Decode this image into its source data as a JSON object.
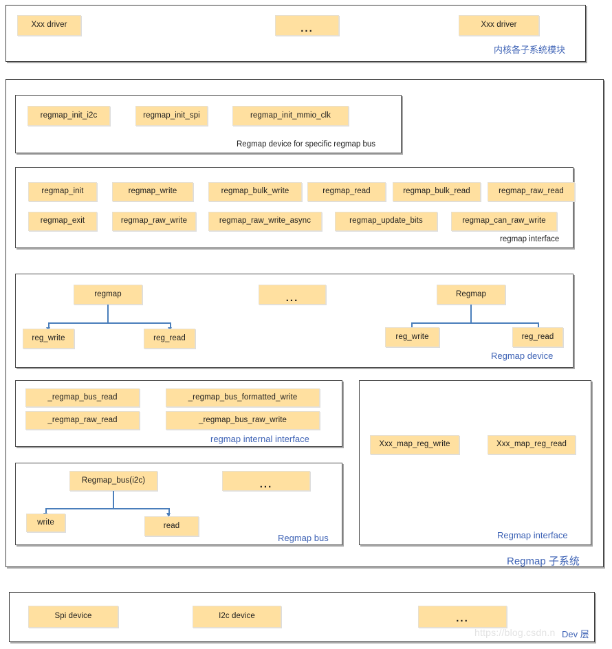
{
  "diagram": {
    "title_watermark": "https://blog.csdn.n",
    "accent_color": "#3d62b5",
    "node_color": "#ffe0a0",
    "connector_color": "#4a7ebb"
  },
  "layers": {
    "kernel": {
      "caption": "内核各子系统模块",
      "nodes": [
        {
          "label": "Xxx driver"
        },
        {
          "label": "..."
        },
        {
          "label": "Xxx driver"
        }
      ]
    },
    "regmap_subsystem": {
      "caption": "Regmap 子系统",
      "bus_specific": {
        "caption": "Regmap device for specific regmap bus",
        "nodes": [
          {
            "label": "regmap_init_i2c"
          },
          {
            "label": "regmap_init_spi"
          },
          {
            "label": "regmap_init_mmio_clk"
          }
        ]
      },
      "regmap_interface": {
        "caption": "regmap interface",
        "row1": [
          {
            "label": "regmap_init"
          },
          {
            "label": "regmap_write"
          },
          {
            "label": "regmap_bulk_write"
          },
          {
            "label": "regmap_read"
          },
          {
            "label": "regmap_bulk_read"
          },
          {
            "label": "regmap_raw_read"
          }
        ],
        "row2": [
          {
            "label": "regmap_exit"
          },
          {
            "label": "regmap_raw_write"
          },
          {
            "label": "regmap_raw_write_async"
          },
          {
            "label": "regmap_update_bits"
          },
          {
            "label": "regmap_can_raw_write"
          }
        ]
      },
      "regmap_device": {
        "caption": "Regmap device",
        "tree_left": {
          "root": "regmap",
          "children": [
            "reg_write",
            "reg_read"
          ]
        },
        "middle": {
          "label": "..."
        },
        "tree_right": {
          "root": "Regmap",
          "children": [
            "reg_write",
            "reg_read"
          ]
        }
      },
      "regmap_internal_interface": {
        "caption": "regmap internal interface",
        "nodes": [
          {
            "label": "_regmap_bus_read"
          },
          {
            "label": "_regmap_bus_formatted_write"
          },
          {
            "label": "_regmap_raw_read"
          },
          {
            "label": "_regmap_bus_raw_write"
          }
        ]
      },
      "regmap_bus": {
        "caption": "Regmap bus",
        "tree": {
          "root": "Regmap_bus(i2c)",
          "children": [
            "write",
            "read"
          ]
        },
        "middle": {
          "label": "..."
        }
      },
      "regmap_iface_panel": {
        "caption": "Regmap interface",
        "nodes": [
          {
            "label": "Xxx_map_reg_write"
          },
          {
            "label": "Xxx_map_reg_read"
          }
        ]
      }
    },
    "dev": {
      "caption": "Dev 层",
      "nodes": [
        {
          "label": "Spi device"
        },
        {
          "label": "I2c device"
        },
        {
          "label": "..."
        }
      ]
    }
  }
}
